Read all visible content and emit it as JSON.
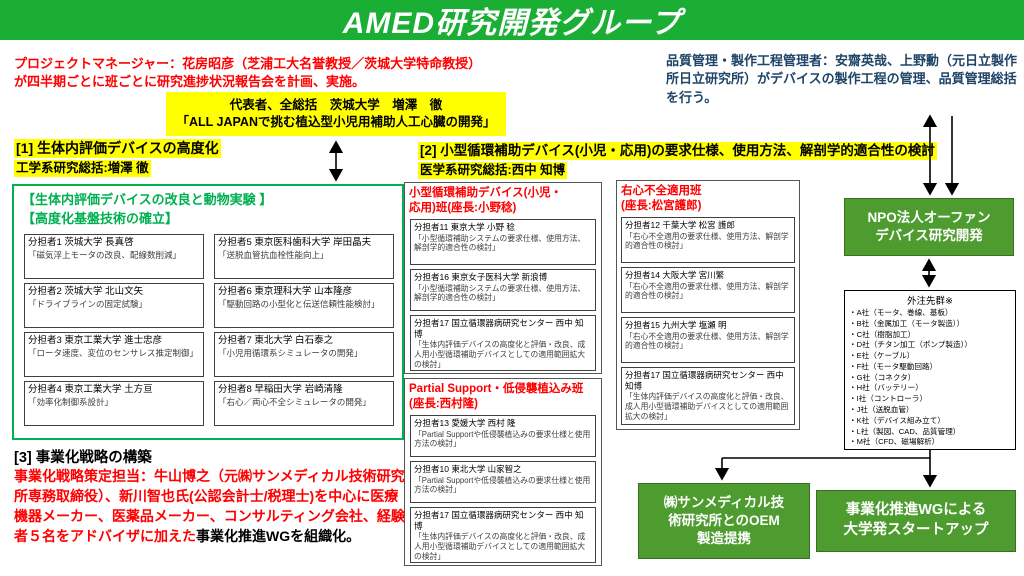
{
  "header": {
    "title": "AMED研究開発グループ"
  },
  "notes": {
    "pm": "プロジェクトマネージャー：花房昭彦（芝浦工大名誉教授／茨城大学特命教授）が四半期ごとに班ごとに研究進捗状況報告会を計画、実施。",
    "qc": "品質管理・製作工程管理者：安齋英哉、上野勳（元日立製作所日立研究所）がデバイスの製作工程の管理、品質管理総括を行う。"
  },
  "representative": {
    "line1": "代表者、全総括　茨城大学　増澤　徹",
    "line2": "「ALL JAPANで挑む植込型小児用補助人工心臓の開発」"
  },
  "section1": {
    "title": "[1] 生体内評価デバイスの高度化",
    "lead": "工学系研究総括:増澤 徹",
    "group_title1": "【生体内評価デバイスの改良と動物実験 】",
    "group_title2": "【高度化基盤技術の確立】",
    "members": [
      {
        "name": "分担者1 茨城大学 長真啓",
        "theme": "「磁気浮上モータの改良、配線数削減」"
      },
      {
        "name": "分担者2 茨城大学 北山文矢",
        "theme": "「ドライブラインの固定試験」"
      },
      {
        "name": "分担者3 東京工業大学 進士忠彦",
        "theme": "「ロータ速度、変位のセンサレス推定制御」"
      },
      {
        "name": "分担者4 東京工業大学 土方亘",
        "theme": "「効率化制御系設計」"
      },
      {
        "name": "分担者5 東京医科歯科大学 岸田晶夫",
        "theme": "「送脱血管抗血栓性能向上」"
      },
      {
        "name": "分担者6 東京理科大学 山本隆彦",
        "theme": "「駆動回路の小型化と伝送信頼性能検討」"
      },
      {
        "name": "分担者7 東北大学 白石泰之",
        "theme": "「小児用循環系シミュレータの開発」"
      },
      {
        "name": "分担者8 早稲田大学 岩崎清隆",
        "theme": "「右心／両心不全シミュレータの開発」"
      }
    ]
  },
  "section2": {
    "title": "[2] 小型循環補助デバイス(小児・応用)の要求仕様、使用方法、解剖学的適合性の検討",
    "lead": "医学系研究総括:西中 知博",
    "groups": [
      {
        "title": "小型循環補助デバイス(小児・\n応用)班(座長:小野稔)",
        "members": [
          {
            "name": "分担者11 東京大学 小野 稔",
            "theme": "「小型循環補助システムの要求仕様、使用方法、解剖学的適合性の検討」"
          },
          {
            "name": "分担者16 東京女子医科大学 新浪博",
            "theme": "「小型循環補助システムの要求仕様、使用方法、解剖学的適合性の検討」"
          },
          {
            "name": "分担者17 国立循環器病研究センター 西中 知博",
            "theme": "「生体内評価デバイスの高度化と評価・改良、成人用小型循環補助デバイスとしての適用範囲拡大の検討」"
          }
        ]
      },
      {
        "title": "Partial Support・低侵襲植込み班\n(座長:西村隆)",
        "members": [
          {
            "name": "分担者13 愛媛大学 西村 隆",
            "theme": "「Partial Supportや低侵襲植込みの要求仕様と使用方法の検討」"
          },
          {
            "name": "分担者10 東北大学 山家智之",
            "theme": "「Partial Supportや低侵襲植込みの要求仕様と使用方法の検討」"
          },
          {
            "name": "分担者17 国立循環器病研究センター 西中 知博",
            "theme": "「生体内評価デバイスの高度化と評価・改良、成人用小型循環補助デバイスとしての適用範囲拡大の検討」"
          }
        ]
      },
      {
        "title": "右心不全適用班\n(座長:松宮護郎)",
        "members": [
          {
            "name": "分担者12 千葉大学 松宮 護郎",
            "theme": "「右心不全適用の要求仕様、使用方法、解剖学的適合性の検討」"
          },
          {
            "name": "分担者14 大阪大学 宮川繁",
            "theme": "「右心不全適用の要求仕様、使用方法、解剖学的適合性の検討」"
          },
          {
            "name": "分担者15 九州大学 塩瀬 明",
            "theme": "「右心不全適用の要求仕様、使用方法、解剖学的適合性の検討」"
          },
          {
            "name": "分担者17 国立循環器病研究センター 西中 知博",
            "theme": "「生体内評価デバイスの高度化と評価・改良、成人用小型循環補助デバイスとしての適用範囲拡大の検討」"
          }
        ]
      }
    ]
  },
  "npo": {
    "label": "NPO法人オーファン\nデバイス研究開発"
  },
  "outsourcing": {
    "title": "外注先群※",
    "items": [
      "・A社（モータ、巻線、基板）",
      "・B社（金属加工（モータ製造））",
      "・C社（樹脂加工）",
      "・D社（チタン加工（ポンプ製造））",
      "・E社（ケーブル）",
      "・F社（モータ駆動回路）",
      "・G社（コネクタ）",
      "・H社（バッテリー）",
      "・I社（コントローラ）",
      "・J社（送脱血管）",
      "・K社（デバイス組み立て）",
      "・L社（製図、CAD、品質管理）",
      "・M社（CFD、磁場解析）"
    ]
  },
  "section3": {
    "title": "[3] 事業化戦略の構築",
    "body_red": "事業化戦略策定担当：牛山博之（元㈱サンメディカル技術研究所専務取締役）、新川智也氏(公認会計士/税理士)を中心に医療機器メーカー、医薬品メーカー、コンサルティング会社、経験者５名をアドバイザに加えた",
    "body_black": "事業化推進WGを組織化。"
  },
  "bottom": {
    "oem": "㈱サンメディカル技\n術研究所とのOEM\n製造提携",
    "startup": "事業化推進WGによる\n大学発スタートアップ"
  },
  "colors": {
    "header_green": "#1BAE35",
    "box_green": "#4E9B30",
    "accent_red": "#FF0000",
    "note_blue": "#1F4467",
    "highlight_yellow": "#FFFF00",
    "container_green": "#00B050"
  }
}
